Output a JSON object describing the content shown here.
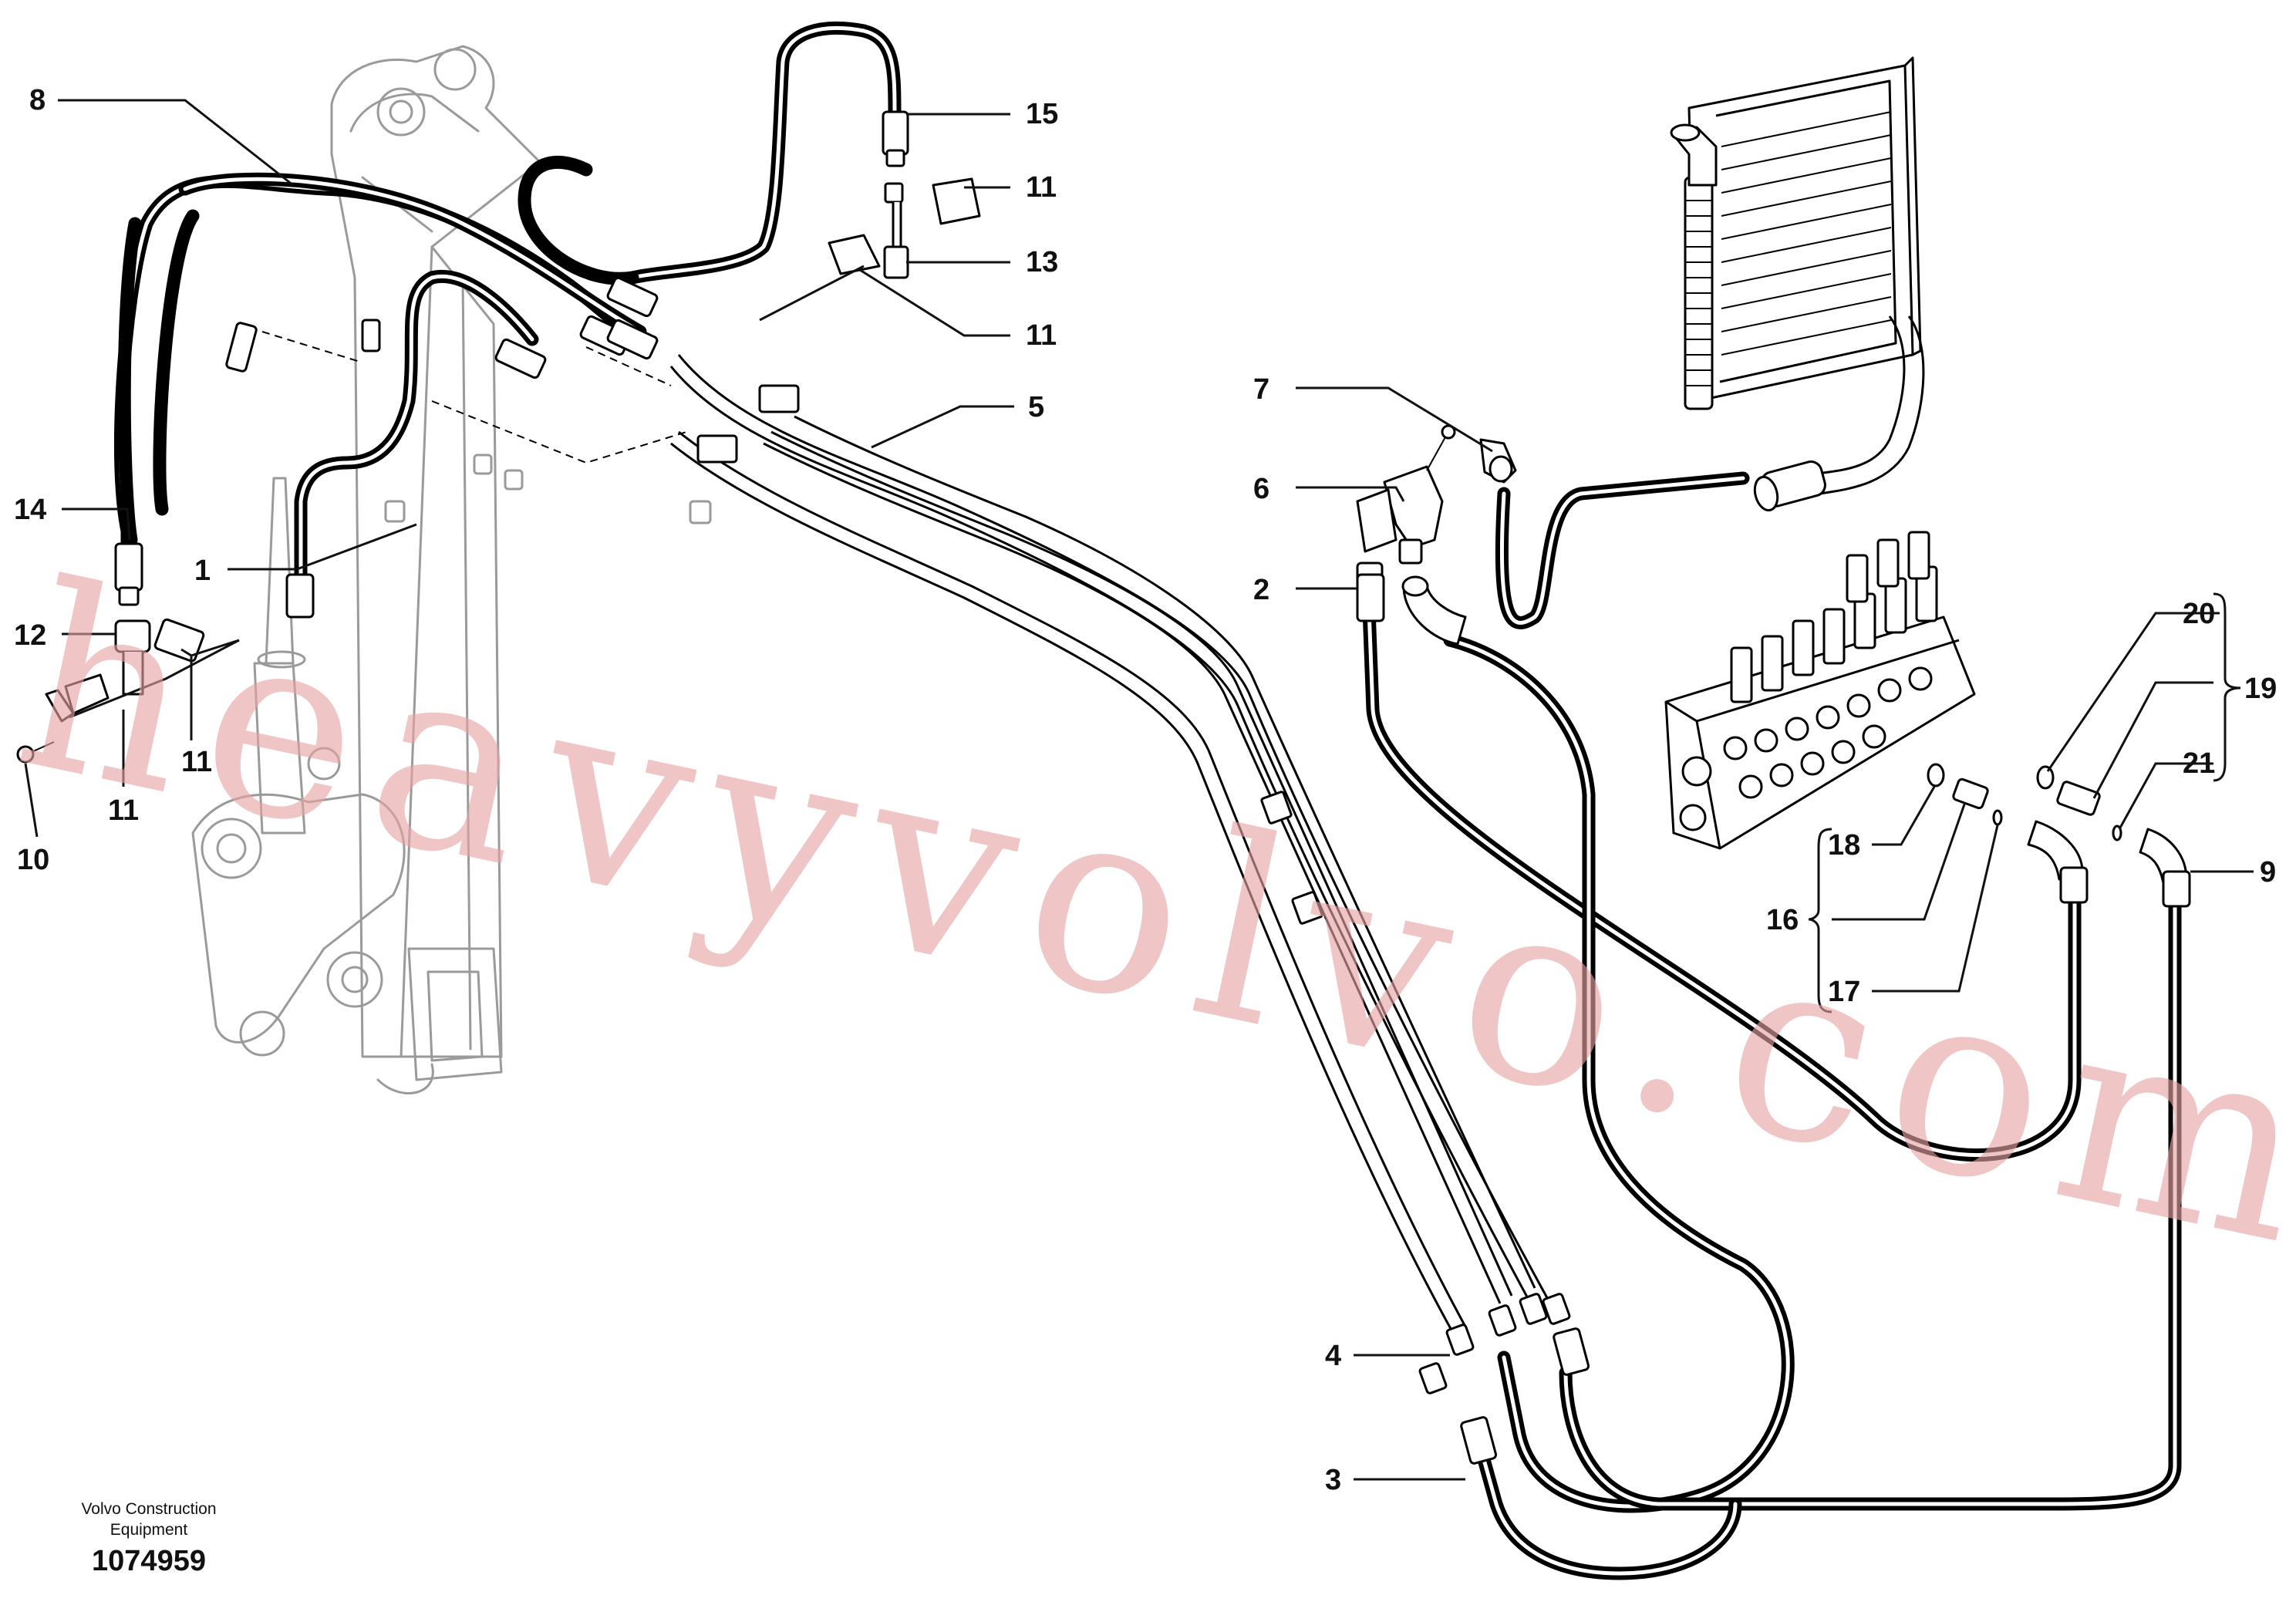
{
  "diagram": {
    "callouts": [
      {
        "id": "c8",
        "label": "8"
      },
      {
        "id": "c15",
        "label": "15"
      },
      {
        "id": "c11a",
        "label": "11"
      },
      {
        "id": "c13",
        "label": "13"
      },
      {
        "id": "c11b",
        "label": "11"
      },
      {
        "id": "c5",
        "label": "5"
      },
      {
        "id": "c7",
        "label": "7"
      },
      {
        "id": "c6",
        "label": "6"
      },
      {
        "id": "c2",
        "label": "2"
      },
      {
        "id": "c14",
        "label": "14"
      },
      {
        "id": "c1",
        "label": "1"
      },
      {
        "id": "c12",
        "label": "12"
      },
      {
        "id": "c11c",
        "label": "11"
      },
      {
        "id": "c11d",
        "label": "11"
      },
      {
        "id": "c10",
        "label": "10"
      },
      {
        "id": "c20",
        "label": "20"
      },
      {
        "id": "c19",
        "label": "19"
      },
      {
        "id": "c21",
        "label": "21"
      },
      {
        "id": "c18",
        "label": "18"
      },
      {
        "id": "c16",
        "label": "16"
      },
      {
        "id": "c17",
        "label": "17"
      },
      {
        "id": "c9",
        "label": "9"
      },
      {
        "id": "c4",
        "label": "4"
      },
      {
        "id": "c3",
        "label": "3"
      }
    ],
    "footer": {
      "line1": "Volvo Construction",
      "line2": "Equipment",
      "drawing_number": "1074959"
    },
    "watermark": "heavyvolvo.com"
  }
}
